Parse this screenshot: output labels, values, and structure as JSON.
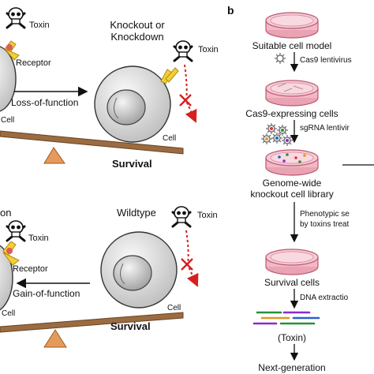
{
  "panel_b_label": "b",
  "top": {
    "toxin_left": "Toxin",
    "receptor": "Receptor",
    "header": [
      "Knockout or",
      "Knockdown"
    ],
    "toxin_right": "Toxin",
    "arrow_label": "Loss-of-function",
    "cell_left": "Cell",
    "cell_right": "Cell",
    "survival": "Survival"
  },
  "bottom": {
    "header_left": "on",
    "toxin_left": "Toxin",
    "receptor": "Receptor",
    "header_right": "Wildtype",
    "toxin_right": "Toxin",
    "arrow_label": "Gain-of-function",
    "cell_left": "Cell",
    "cell_right": "Cell",
    "survival": "Survival"
  },
  "workflow": {
    "steps": [
      "Suitable cell model",
      "Cas9-expressing cells",
      "Genome-wide",
      "knockout cell library",
      "Survival cells",
      "(Toxin)",
      "Next-generation"
    ],
    "side_labels": [
      "Cas9 lentivirus",
      "sgRNA lentivir",
      "Phenotypic se",
      "by toxins treat",
      "DNA extractio"
    ]
  },
  "colors": {
    "dish_fill": "#f3b8c6",
    "dish_edge": "#c8627c",
    "cell_fill": "#e6e6e6",
    "receptor": "#f2cf35",
    "inhibit": "#d62020",
    "plank": "#9b6b42",
    "fulcrum": "#e39a5a"
  },
  "icons": [
    "skull-crossbones-icon",
    "receptor-icon",
    "virus-icon"
  ]
}
